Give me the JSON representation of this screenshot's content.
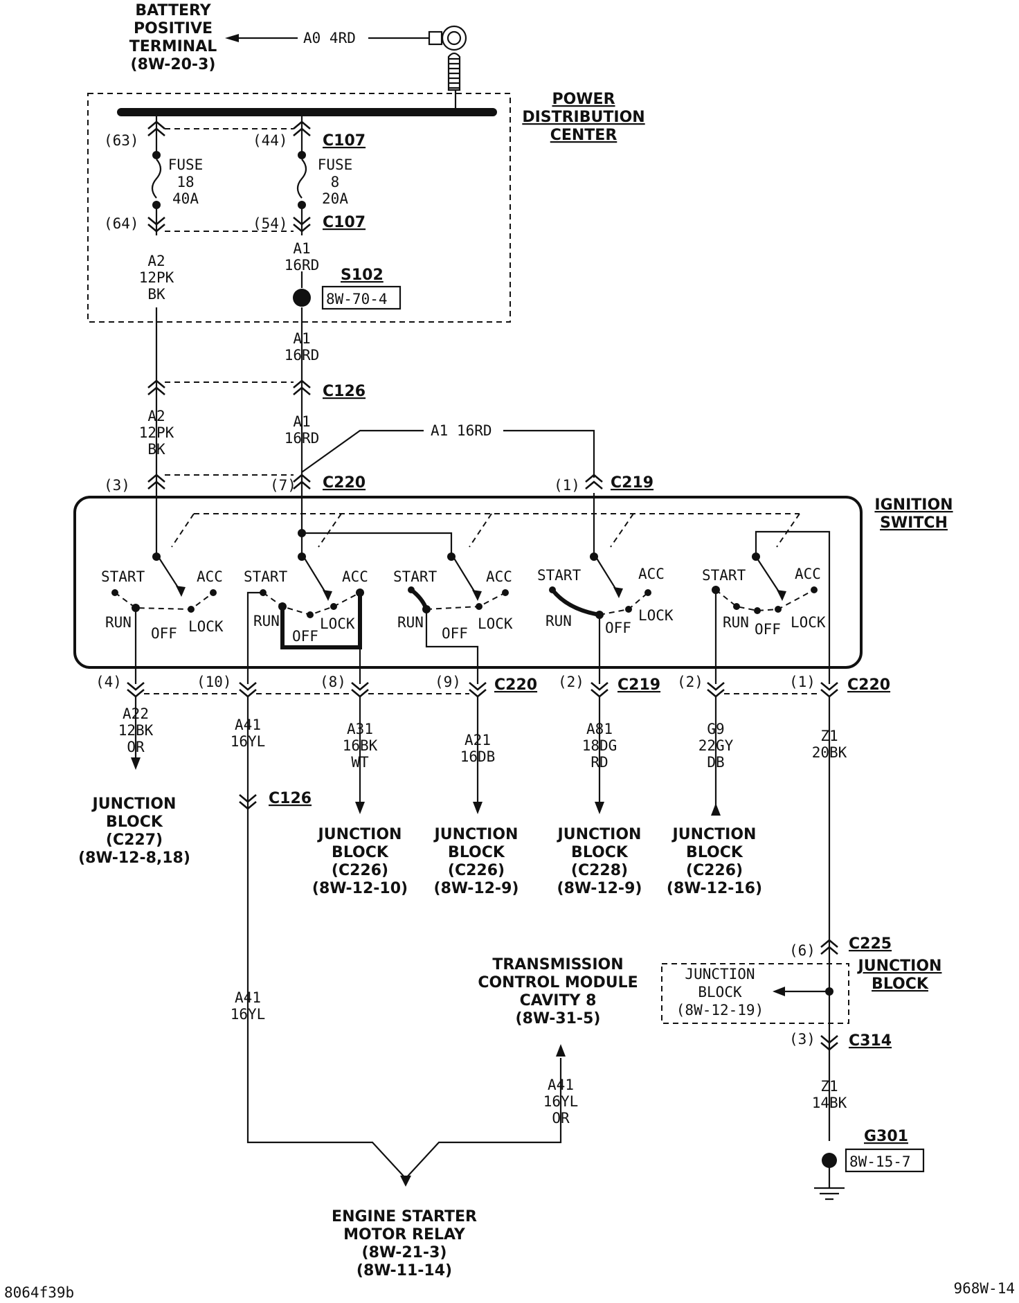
{
  "battery": {
    "lines": [
      "BATTERY",
      "POSITIVE",
      "TERMINAL",
      "(8W-20-3)"
    ],
    "wire": "A0 4RD"
  },
  "pdc": {
    "lines": [
      "POWER",
      "DISTRIBUTION",
      "CENTER"
    ]
  },
  "fuse18": {
    "lines": [
      "FUSE",
      "18",
      "40A"
    ],
    "pin_in": "(63)",
    "pin_out": "(64)"
  },
  "fuse8": {
    "lines": [
      "FUSE",
      "8",
      "20A"
    ],
    "pin_in": "(44)",
    "pin_out": "(54)"
  },
  "connectors": {
    "c107": "C107",
    "c126": "C126",
    "c220": "C220",
    "c219": "C219",
    "c225": "C225",
    "c314": "C314"
  },
  "wires": {
    "a2": [
      "A2",
      "12PK",
      "BK"
    ],
    "a1": [
      "A1",
      "16RD"
    ],
    "a1_top": "A1 16RD",
    "a22": [
      "A22",
      "12BK",
      "OR"
    ],
    "a41": [
      "A41",
      "16YL"
    ],
    "a31": [
      "A31",
      "16BK",
      "WT"
    ],
    "a21": [
      "A21",
      "16DB"
    ],
    "a81": [
      "A81",
      "18DG",
      "RD"
    ],
    "g9": [
      "G9",
      "22GY",
      "DB"
    ],
    "z1_20": [
      "Z1",
      "20BK"
    ],
    "a41_or": [
      "A41",
      "16YL",
      "OR"
    ],
    "z1_14": [
      "Z1",
      "14BK"
    ]
  },
  "splice": {
    "id": "S102",
    "ref": "8W-70-4"
  },
  "ground": {
    "id": "G301",
    "ref": "8W-15-7"
  },
  "ignition": {
    "title": [
      "IGNITION",
      "SWITCH"
    ],
    "positions": [
      "START",
      "ACC",
      "RUN",
      "OFF",
      "LOCK"
    ],
    "pins_top": [
      "(3)",
      "(7)",
      "(1)"
    ],
    "pins_bottom": [
      "(4)",
      "(10)",
      "(8)",
      "(9)",
      "(2)",
      "(2)",
      "(1)"
    ]
  },
  "junctions": {
    "jb1": [
      "JUNCTION",
      "BLOCK",
      "(C227)",
      "(8W-12-8,18)"
    ],
    "jb2": [
      "JUNCTION",
      "BLOCK",
      "(C226)",
      "(8W-12-10)"
    ],
    "jb3": [
      "JUNCTION",
      "BLOCK",
      "(C226)",
      "(8W-12-9)"
    ],
    "jb4": [
      "JUNCTION",
      "BLOCK",
      "(C228)",
      "(8W-12-9)"
    ],
    "jb5": [
      "JUNCTION",
      "BLOCK",
      "(C226)",
      "(8W-12-16)"
    ],
    "jb_inner": [
      "JUNCTION",
      "BLOCK",
      "(8W-12-19)"
    ],
    "jb_label": [
      "JUNCTION",
      "BLOCK"
    ],
    "c225_pin": "(6)",
    "c314_pin": "(3)"
  },
  "tcm": {
    "lines": [
      "TRANSMISSION",
      "CONTROL MODULE",
      "CAVITY 8",
      "(8W-31-5)"
    ]
  },
  "starter": {
    "lines": [
      "ENGINE STARTER",
      "MOTOR RELAY",
      "(8W-21-3)",
      "(8W-11-14)"
    ]
  },
  "footer": {
    "left": "8064f39b",
    "right": "968W-14"
  }
}
